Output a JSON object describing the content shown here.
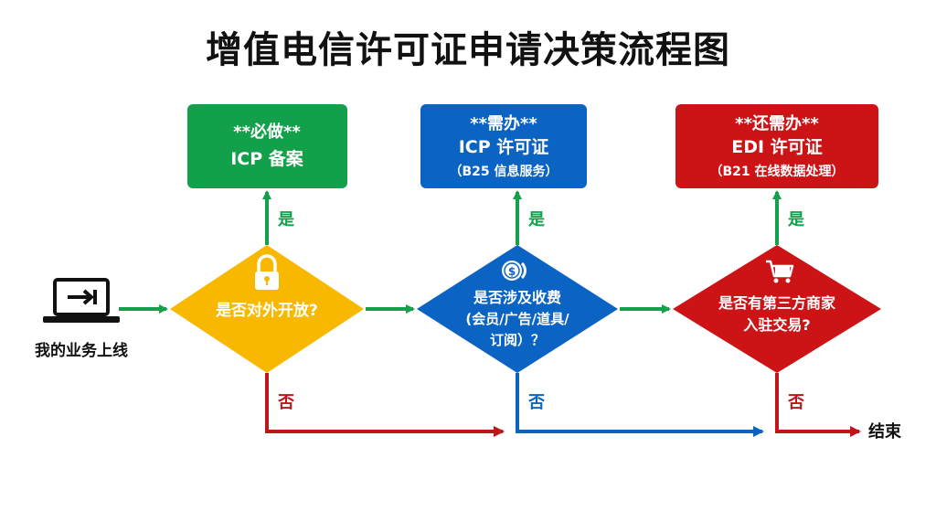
{
  "title": "增值电信许可证申请决策流程图",
  "start": {
    "label": "我的业务上线",
    "icon": "laptop-arrow-icon"
  },
  "boxes": {
    "icp_filing": {
      "line1": "**必做**",
      "line2": "ICP 备案",
      "color": "#13a04a"
    },
    "icp_license": {
      "line1": "**需办**",
      "line2": "ICP 许可证",
      "line3": "（B25 信息服务）",
      "color": "#0b63c3"
    },
    "edi_license": {
      "line1": "**还需办**",
      "line2": "EDI 许可证",
      "line3": "（B21 在线数据处理）",
      "color": "#cc1416"
    }
  },
  "decisions": {
    "open": {
      "line1": "是否对外开放?",
      "icon": "lock-icon",
      "color": "#f9b800"
    },
    "fee": {
      "line1": "是否涉及收费",
      "line2": "(会员/广告/道具/",
      "line3": "订阅）？",
      "icon": "coin-icon",
      "color": "#0b63c3"
    },
    "marketplace": {
      "line1": "是否有第三方商家",
      "line2": "入驻交易?",
      "icon": "cart-icon",
      "color": "#cc1416"
    }
  },
  "labels": {
    "yes": "是",
    "no": "否"
  },
  "end": {
    "label": "结束"
  },
  "colors": {
    "green": "#13a04a",
    "red": "#c0151a",
    "blue": "#0b63c3"
  }
}
